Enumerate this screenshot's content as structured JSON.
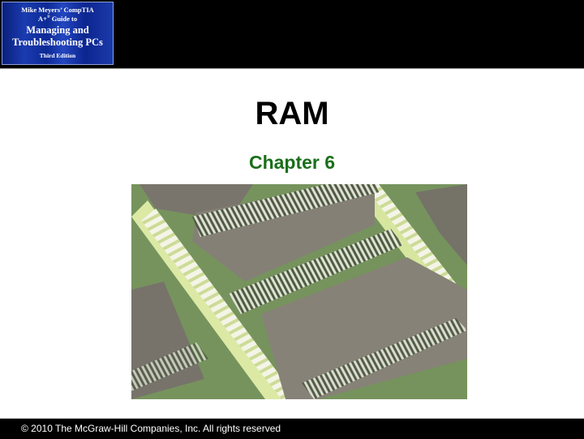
{
  "header": {
    "logo": {
      "line1": "Mike Meyers’ CompTIA",
      "line2_prefix": "A+",
      "line2_sup": "®",
      "line2_suffix": " Guide to",
      "line3": "Managing and",
      "line4": "Troubleshooting PCs",
      "line5": "Third Edition"
    }
  },
  "slide": {
    "title": "RAM",
    "subtitle": "Chapter 6",
    "image_description": "Close-up photo of RAM memory modules with chips on green circuit boards"
  },
  "footer": {
    "copyright": "© 2010 The McGraw-Hill Companies, Inc. All rights reserved"
  },
  "colors": {
    "title": "#000000",
    "subtitle": "#1a6e1a",
    "bars": "#000000",
    "logo_bg": "#1a3bb0"
  }
}
